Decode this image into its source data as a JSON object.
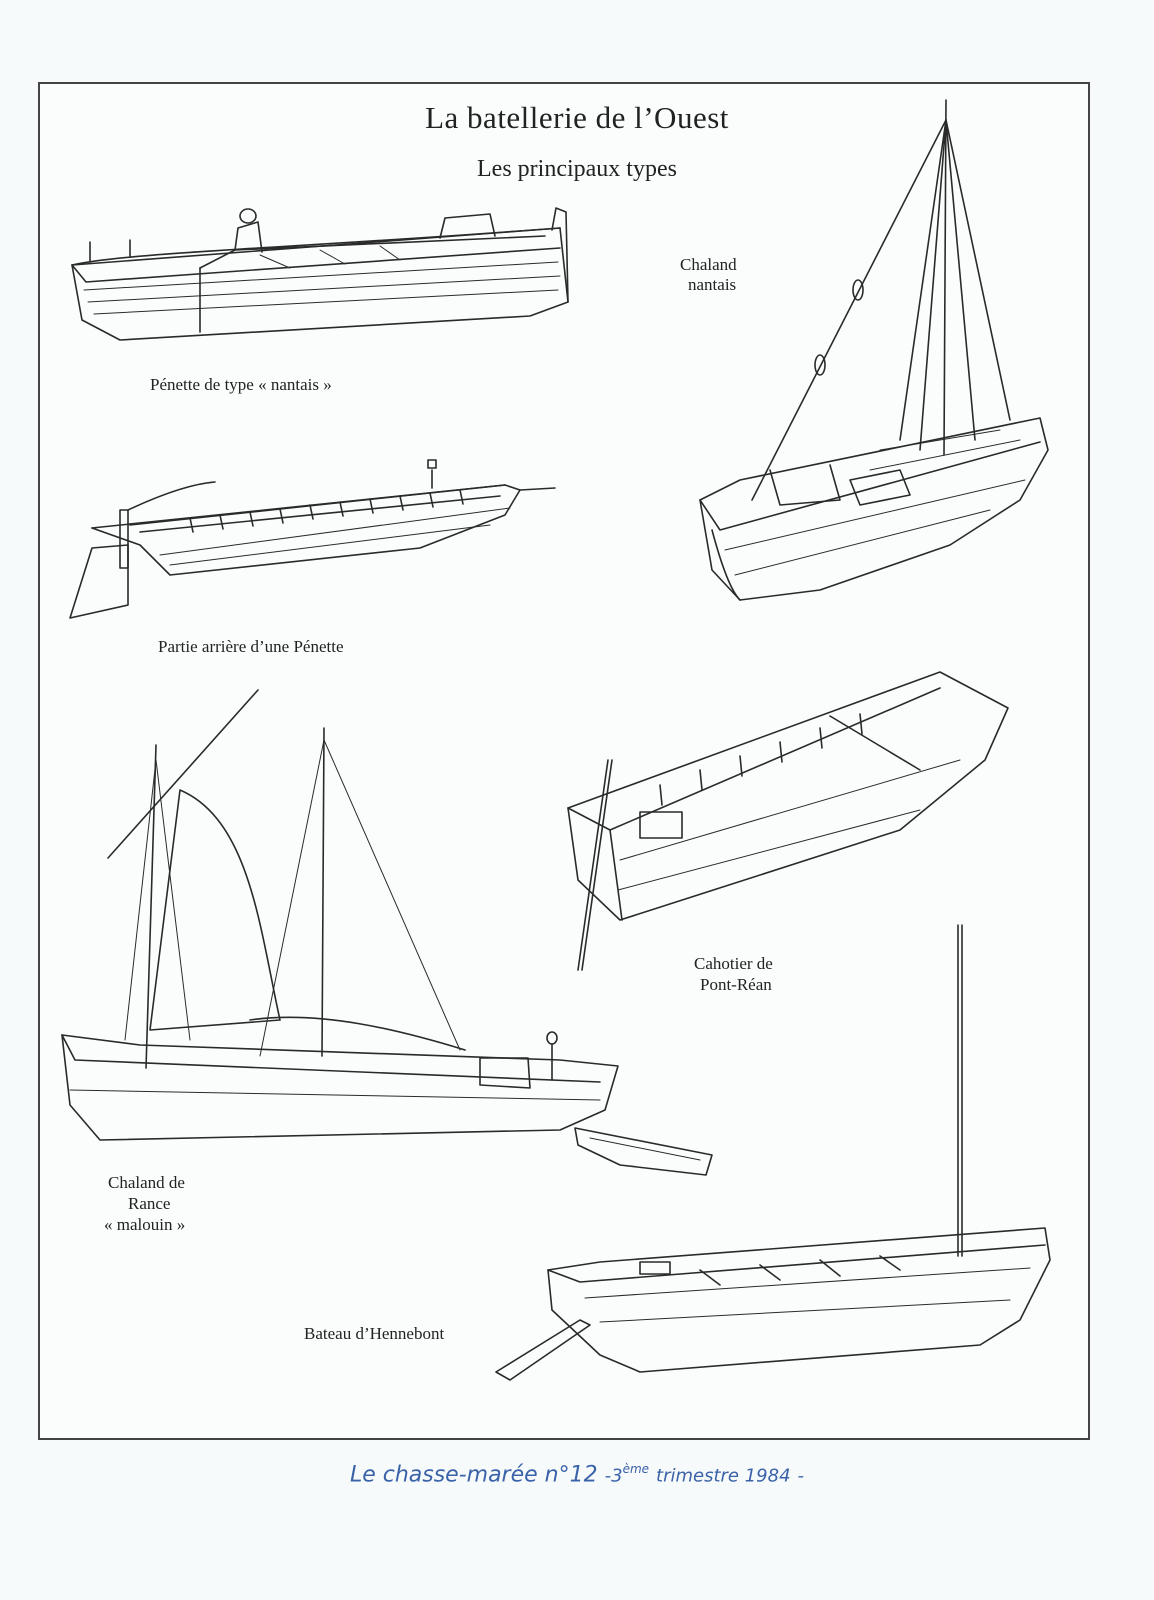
{
  "title": "La batellerie de l’Ouest",
  "subtitle": "Les principaux types",
  "captions": {
    "penette_nantais": "Pénette de type « nantais »",
    "chaland_nantais_1": "Chaland",
    "chaland_nantais_2": "nantais",
    "partie_arriere": "Partie arrière d’une Pénette",
    "cahotier_1": "Cahotier de",
    "cahotier_2": "Pont-Réan",
    "chaland_rance_1": "Chaland de",
    "chaland_rance_2": "Rance",
    "chaland_rance_3": "« malouin »",
    "hennebont": "Bateau d’Hennebont"
  },
  "footer": {
    "main": "Le chasse-marée n°12",
    "sep": "-3",
    "sup": "ème",
    "rest": "trimestre 1984",
    "end": "-"
  }
}
